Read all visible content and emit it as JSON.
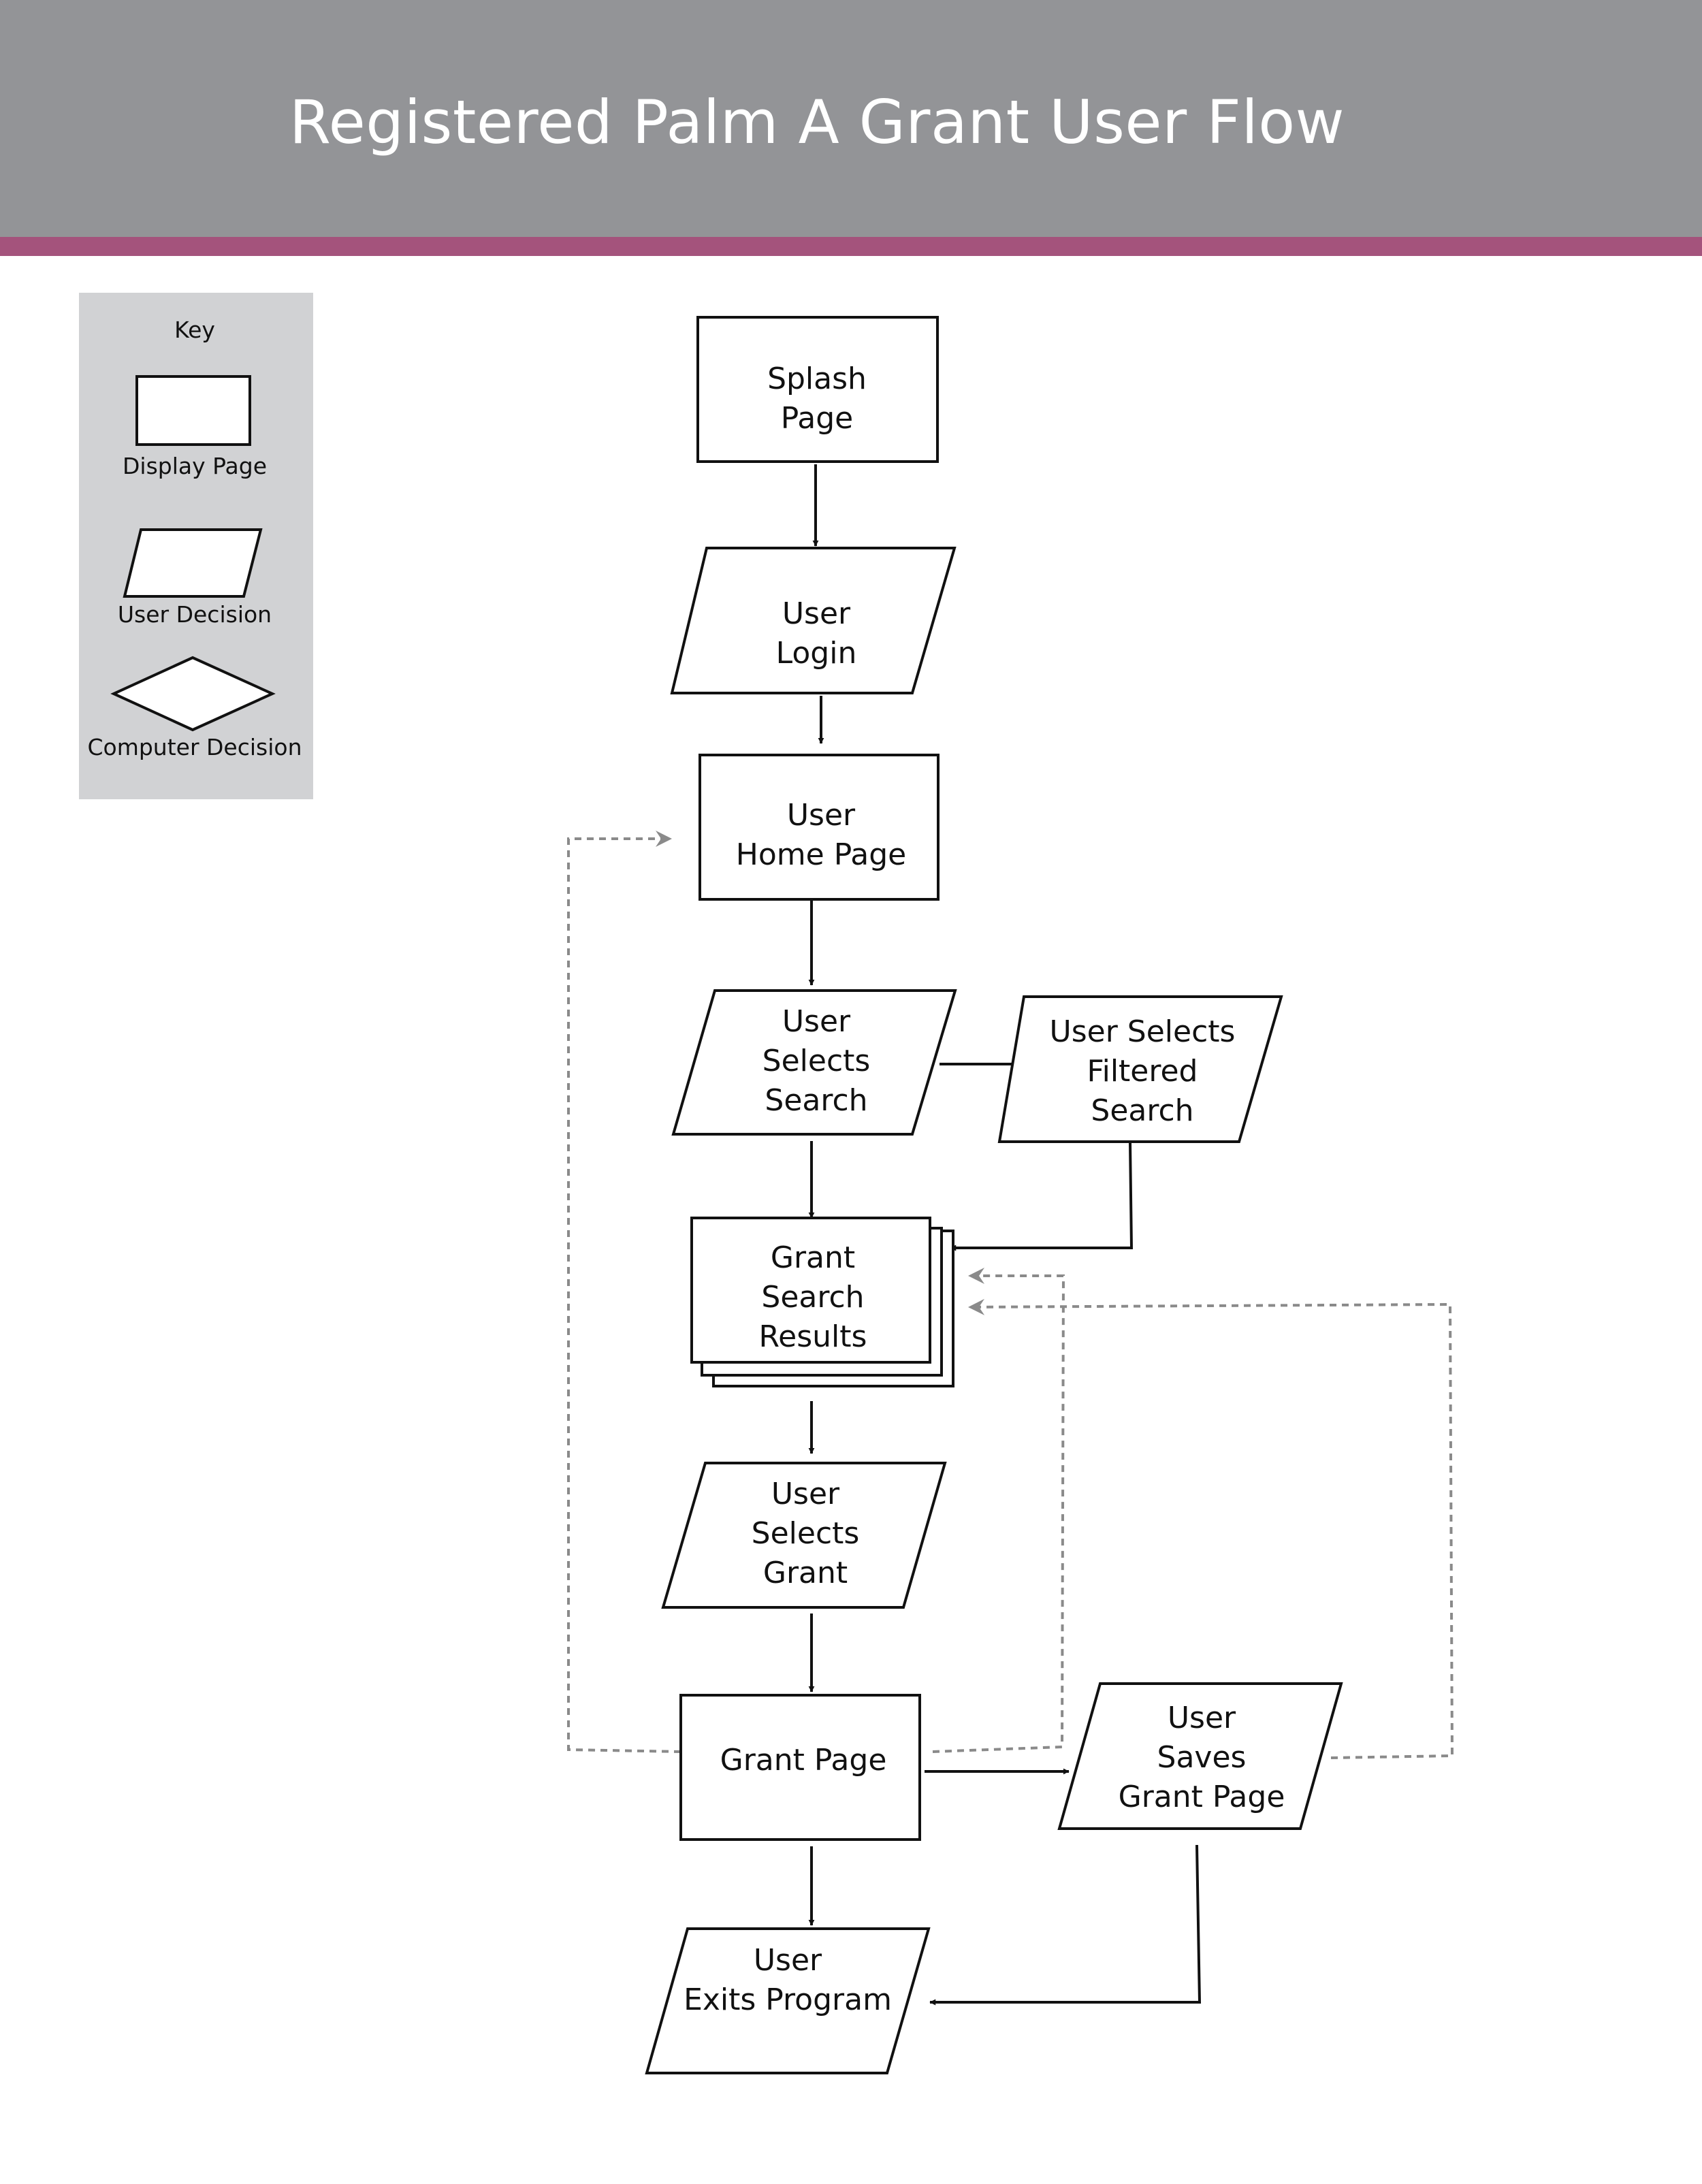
{
  "title": "Registered Palm A Grant User Flow",
  "colors": {
    "header": "#939497",
    "header_stripe": "#a4537c",
    "key_panel": "#d1d2d4",
    "stroke": "#111111",
    "dashed_connector": "#8a8a8a"
  },
  "key": {
    "heading": "Key",
    "items": [
      {
        "shape": "rectangle",
        "label": "Display Page"
      },
      {
        "shape": "parallelogram",
        "label": "User Decision"
      },
      {
        "shape": "diamond",
        "label": "Computer Decision"
      }
    ]
  },
  "nodes": {
    "splash_page": {
      "shape": "rectangle",
      "lines": [
        "Splash",
        "Page"
      ]
    },
    "user_login": {
      "shape": "parallelogram",
      "lines": [
        "User",
        "Login"
      ]
    },
    "user_home_page": {
      "shape": "rectangle",
      "lines": [
        "User",
        "Home Page"
      ]
    },
    "user_selects_search": {
      "shape": "parallelogram",
      "lines": [
        "User",
        "Selects",
        "Search"
      ]
    },
    "user_selects_filtered_search": {
      "shape": "parallelogram",
      "lines": [
        "User Selects",
        "Filtered",
        "Search"
      ]
    },
    "grant_search_results": {
      "shape": "stacked-rectangles",
      "lines": [
        "Grant",
        "Search",
        "Results"
      ]
    },
    "user_selects_grant": {
      "shape": "parallelogram",
      "lines": [
        "User",
        "Selects",
        "Grant"
      ]
    },
    "grant_page": {
      "shape": "rectangle",
      "lines": [
        "Grant Page"
      ]
    },
    "user_saves_grant_page": {
      "shape": "parallelogram",
      "lines": [
        "User",
        "Saves",
        "Grant Page"
      ]
    },
    "user_exits_program": {
      "shape": "parallelogram",
      "lines": [
        "User",
        "Exits Program"
      ]
    }
  },
  "edges": [
    {
      "from": "splash_page",
      "to": "user_login",
      "style": "solid"
    },
    {
      "from": "user_login",
      "to": "user_home_page",
      "style": "solid"
    },
    {
      "from": "user_home_page",
      "to": "user_selects_search",
      "style": "solid"
    },
    {
      "from": "user_selects_search",
      "to": "user_selects_filtered_search",
      "style": "solid"
    },
    {
      "from": "user_selects_search",
      "to": "grant_search_results",
      "style": "solid"
    },
    {
      "from": "user_selects_filtered_search",
      "to": "grant_search_results",
      "style": "solid"
    },
    {
      "from": "grant_search_results",
      "to": "user_selects_grant",
      "style": "solid"
    },
    {
      "from": "user_selects_grant",
      "to": "grant_page",
      "style": "solid"
    },
    {
      "from": "grant_page",
      "to": "user_saves_grant_page",
      "style": "solid"
    },
    {
      "from": "grant_page",
      "to": "user_exits_program",
      "style": "solid"
    },
    {
      "from": "user_saves_grant_page",
      "to": "user_exits_program",
      "style": "solid"
    },
    {
      "from": "grant_page",
      "to": "user_home_page",
      "style": "dashed"
    },
    {
      "from": "grant_page",
      "to": "grant_search_results",
      "style": "dashed"
    },
    {
      "from": "user_saves_grant_page",
      "to": "grant_search_results",
      "style": "dashed"
    }
  ]
}
